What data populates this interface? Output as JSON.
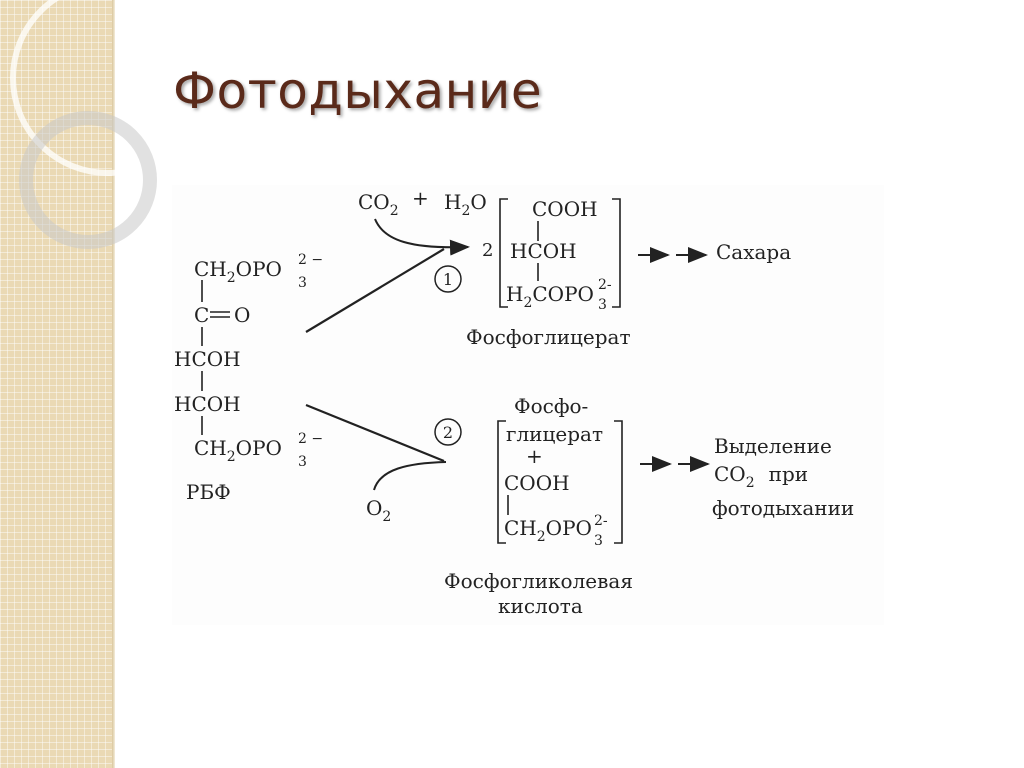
{
  "slide": {
    "title": "Фотодыхание",
    "colors": {
      "title": "#5a2a1a",
      "band": "#ead9b4",
      "ink": "#222222"
    }
  },
  "diagram": {
    "rubp": {
      "line1": "CH",
      "sub1": "2",
      "line1b": "OPO",
      "sup1": "2 −",
      "sub1b": "3",
      "line2": "C",
      "line2b": "O",
      "line3": "HCOH",
      "line4": "HCOH",
      "line5": "CH",
      "sub5": "2",
      "line5b": "OPO",
      "sup5": "2 −",
      "sub5b": "3",
      "label": "РБФ"
    },
    "reaction1": {
      "reactant_co2": "CO",
      "reactant_co2_sub": "2",
      "plus": "+",
      "reactant_h2o_h": "H",
      "reactant_h2o_sub": "2",
      "reactant_h2o_o": "O",
      "number": "1",
      "coefficient": "2",
      "product_line1": "COOH",
      "product_line2": "HCOH",
      "product_line3_h": "H",
      "product_line3_sub": "2",
      "product_line3_rest": "COPO",
      "product_line3_sup": "2-",
      "product_line3_sub2": "3",
      "product_label": "Фосфоглицерат",
      "result": "Сахара"
    },
    "reaction2": {
      "reactant_o": "O",
      "reactant_sub": "2",
      "number": "2",
      "product_line1": "Фосфо-",
      "product_line2": "глицерат",
      "product_plus": "+",
      "product_line3": "COOH",
      "product_line4_ch": "CH",
      "product_line4_sub": "2",
      "product_line4_rest": "OPO",
      "product_line4_sup": "2-",
      "product_line4_sub2": "3",
      "product_label_1": "Фосфогликолевая",
      "product_label_2": "кислота",
      "result_1": "Выделение",
      "result_2_co": "CO",
      "result_2_sub": "2",
      "result_2_rest": "при",
      "result_3": "фотодыхании"
    }
  }
}
